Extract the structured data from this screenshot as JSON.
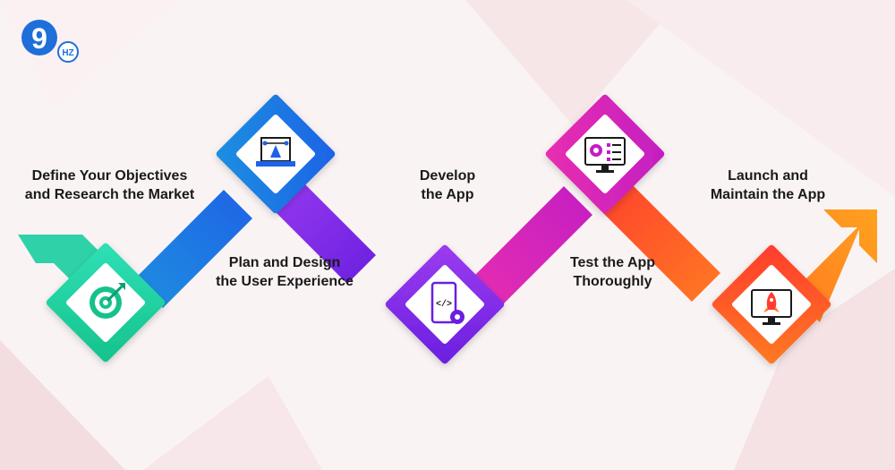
{
  "logo": {
    "glyph": "9",
    "badge": "HZ",
    "color": "#1e6fd9"
  },
  "steps": [
    {
      "line1": "Define Your Objectives",
      "line2": "and Research the Market",
      "icon": "target-icon",
      "color_a": "#2fe0b6",
      "color_b": "#15c28c"
    },
    {
      "line1": "Plan and Design",
      "line2": "the User Experience",
      "icon": "laptop-design-icon",
      "color_a": "#1fb8f2",
      "color_b": "#1e63e6"
    },
    {
      "line1": "Develop",
      "line2": "the App",
      "icon": "mobile-code-icon",
      "color_a": "#9b3cf0",
      "color_b": "#6a1fe0"
    },
    {
      "line1": "Test the App",
      "line2": "Thoroughly",
      "icon": "monitor-test-icon",
      "color_a": "#e82fb0",
      "color_b": "#b51ec8"
    },
    {
      "line1": "Launch and",
      "line2": "Maintain the App",
      "icon": "rocket-launch-icon",
      "color_a": "#ff9a22",
      "color_b": "#ff3c2e"
    }
  ]
}
